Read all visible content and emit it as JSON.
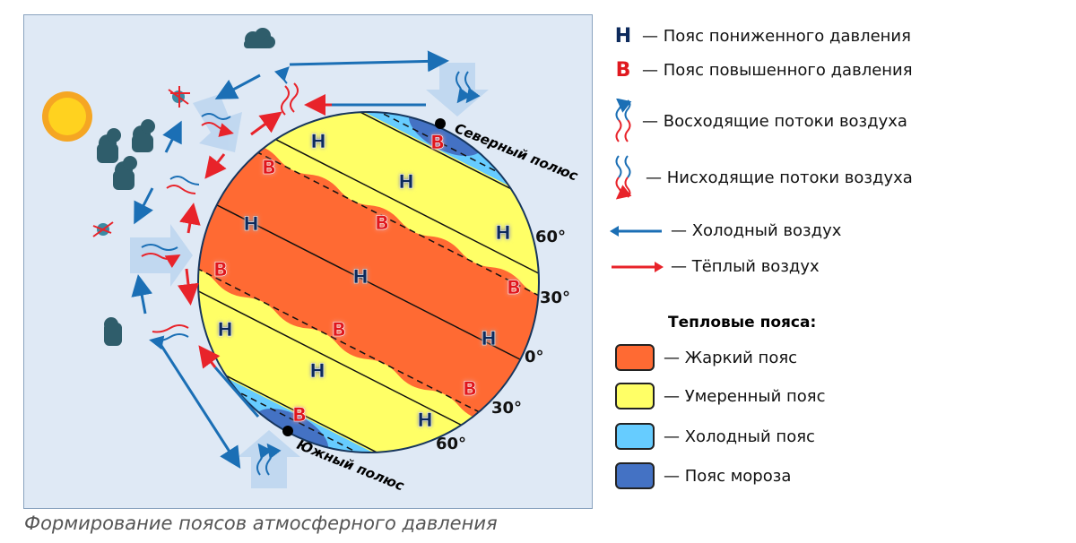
{
  "legend": {
    "low_symbol": "Н",
    "low_label": "— Пояс пониженного давления",
    "high_symbol": "В",
    "high_label": "— Пояс повышенного давления",
    "rising_label": "— Восходящие потоки воздуха",
    "descending_label": "— Нисходящие потоки воздуха",
    "cold_air_label": "— Холодный воздух",
    "warm_air_label": "— Тёплый воздух",
    "zones_heading": "Тепловые пояса:",
    "zones": [
      {
        "label": "— Жаркий пояс",
        "color": "#ff6a33"
      },
      {
        "label": "— Умеренный пояс",
        "color": "#ffff66"
      },
      {
        "label": "— Холодный пояс",
        "color": "#66ccff"
      },
      {
        "label": "— Пояс мороза",
        "color": "#4472c4"
      }
    ]
  },
  "globe": {
    "north_pole": "Северный полюс",
    "south_pole": "Южный полюс",
    "latitudes": [
      "60°",
      "30°",
      "0°",
      "30°",
      "60°"
    ],
    "low": "Н",
    "high": "В"
  },
  "colors": {
    "low": "#0d2a5c",
    "high": "#e0191f",
    "cold_arrow": "#1b6fb5",
    "warm_arrow": "#e8232a"
  },
  "caption": "Формирование поясов атмосферного давления"
}
